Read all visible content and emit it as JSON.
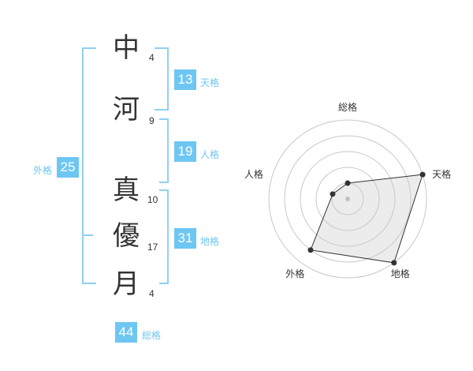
{
  "name": {
    "chars": [
      {
        "char": "中",
        "strokes": "4"
      },
      {
        "char": "河",
        "strokes": "9"
      },
      {
        "char": "真",
        "strokes": "10"
      },
      {
        "char": "優",
        "strokes": "17"
      },
      {
        "char": "月",
        "strokes": "4"
      }
    ]
  },
  "fortunes": {
    "tenkaku": {
      "value": "13",
      "label": "天格"
    },
    "jinkaku": {
      "value": "19",
      "label": "人格"
    },
    "chikaku": {
      "value": "31",
      "label": "地格"
    },
    "gaikaku": {
      "value": "25",
      "label": "外格"
    },
    "soukaku": {
      "value": "44",
      "label": "総格"
    }
  },
  "colors": {
    "accent": "#6ec6f2",
    "bracket": "#8fd0f2",
    "text": "#333333"
  },
  "chart_data": {
    "type": "radar",
    "axes": [
      "総格",
      "天格",
      "地格",
      "外格",
      "人格"
    ],
    "values": [
      1,
      5,
      5,
      4,
      1
    ],
    "max": 5
  }
}
